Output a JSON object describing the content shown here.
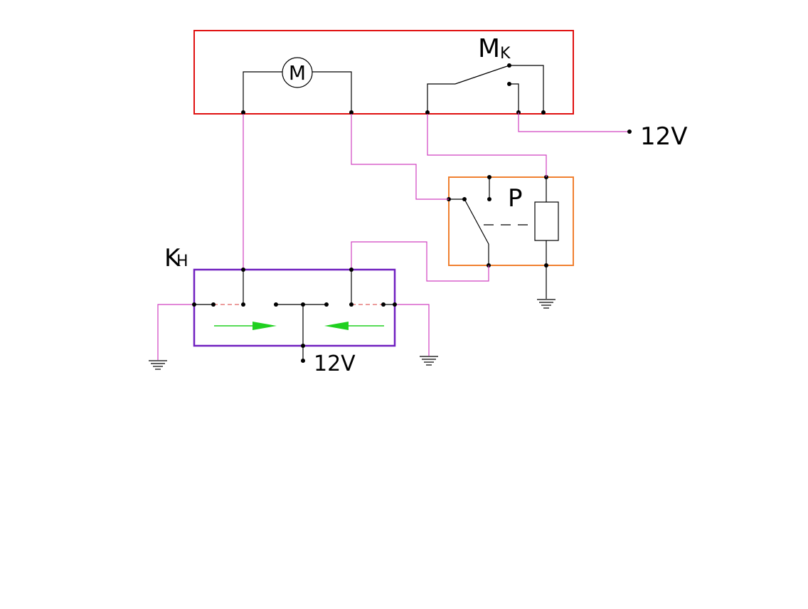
{
  "labels": {
    "motor_symbol": "M",
    "limit_switch_main": "M",
    "limit_switch_sub": "K",
    "relay": "P",
    "button_main": "K",
    "button_sub": "H",
    "supply_right": "12V",
    "supply_bottom": "12V"
  },
  "colors": {
    "motor_box": "#e01010",
    "relay_box": "#f08030",
    "switch_box": "#7020c0",
    "wiring": "#d040c0",
    "direction_arrows": "#20d020"
  }
}
